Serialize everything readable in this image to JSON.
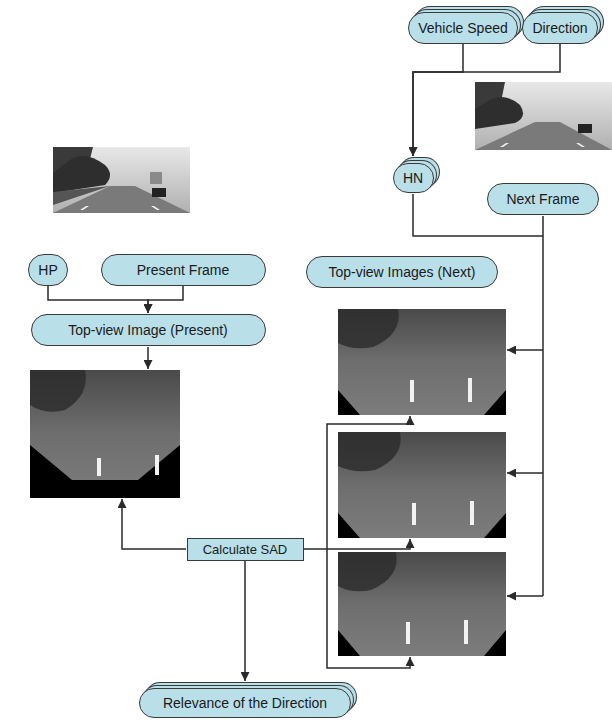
{
  "diagram": {
    "nodes": [
      {
        "text": [
          "Vehicle Speed"
        ]
      },
      {
        "text": [
          "Direction"
        ]
      },
      {
        "text": [
          "HN"
        ]
      },
      {
        "text": [
          "Next Frame"
        ]
      },
      {
        "text": [
          "HP"
        ]
      },
      {
        "text": [
          "Present Frame"
        ]
      },
      {
        "text": [
          "Top-view Images (Next)"
        ]
      },
      {
        "text": [
          "Top-view Image (Present)"
        ]
      },
      {
        "text": [
          "Calculate SAD"
        ]
      },
      {
        "text": [
          "Relevance of the Direction"
        ]
      }
    ],
    "edges": [
      {
        "from": 0,
        "to": 2,
        "arrow": "to"
      },
      {
        "from": 1,
        "to": 2,
        "arrow": "to"
      },
      {
        "from": 4,
        "to": 7,
        "arrow": "to"
      },
      {
        "from": 5,
        "to": 7,
        "arrow": "to"
      },
      {
        "from": 8,
        "to": 9,
        "arrow": "to"
      }
    ]
  }
}
